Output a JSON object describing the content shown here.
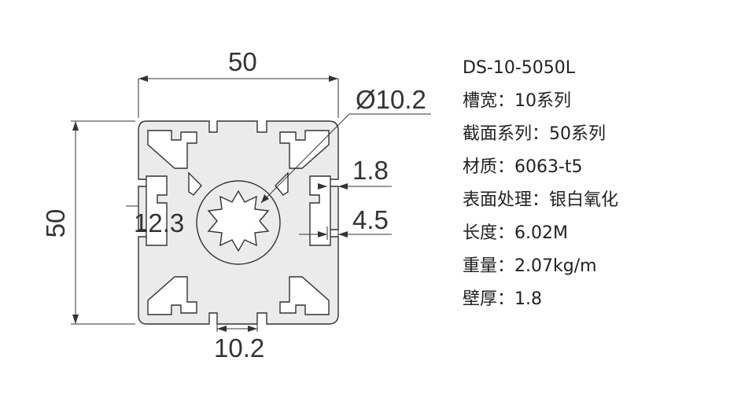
{
  "drawing": {
    "dim_top": "50",
    "dim_left": "50",
    "dim_bottom": "10.2",
    "dim_diameter": "Ø10.2",
    "dim_wall": "1.8",
    "dim_slot_depth": "4.5",
    "dim_inner": "12.3"
  },
  "specs": {
    "model": "DS-10-5050L",
    "slot_width": "槽宽：10系列",
    "series": "截面系列：50系列",
    "material": "材质：6063-t5",
    "surface": "表面处理：银白氧化",
    "length": "长度：6.02M",
    "weight": "重量：2.07kg/m",
    "wall_thickness": "壁厚：1.8"
  },
  "colors": {
    "line": "#333333",
    "fill": "#ebebeb"
  }
}
